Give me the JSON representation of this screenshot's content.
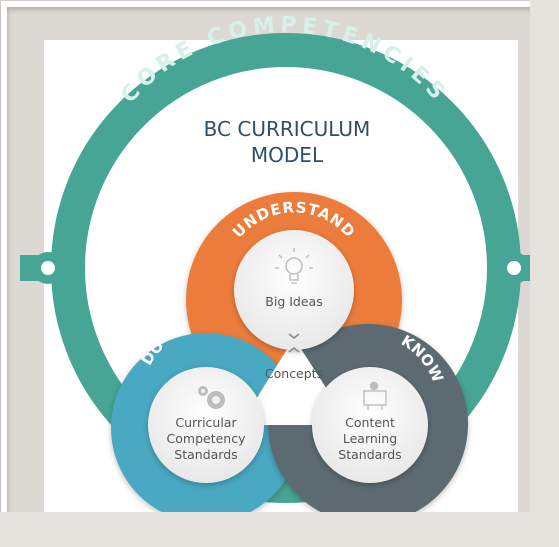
{
  "ring_label": "CORE COMPETENCIES",
  "title_line1": "BC CURRICULUM",
  "title_line2": "MODEL",
  "understand": {
    "label": "UNDERSTAND",
    "center": "Big Ideas",
    "icon": "lightbulb-icon"
  },
  "do": {
    "label": "DO",
    "center_lines": [
      "Curricular",
      "Competency",
      "Standards"
    ],
    "icon": "gears-icon"
  },
  "know": {
    "label": "KNOW",
    "center_lines": [
      "Content",
      "Learning",
      "Standards"
    ],
    "icon": "teacher-at-board-icon"
  },
  "core": {
    "label": "Concepts"
  },
  "colors": {
    "teal": "#46a594",
    "orange": "#ec7b3a",
    "do_blue": "#4aa8c2",
    "know_slate": "#5b6b72",
    "title": "#2f4f66",
    "frame": "#ecebe8"
  }
}
